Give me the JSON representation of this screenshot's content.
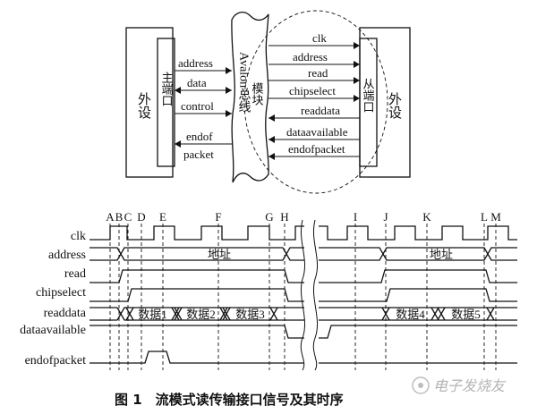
{
  "block": {
    "left_device": "外设",
    "left_port": "主端口",
    "bus": "Avalon总线",
    "bus_module": "模块",
    "right_port": "从端口",
    "right_device": "外设",
    "left_signals": [
      "address",
      "data",
      "control",
      "endof",
      "packet"
    ],
    "right_signals": [
      "clk",
      "address",
      "read",
      "chipselect",
      "readdata",
      "dataavailable",
      "endofpacket"
    ]
  },
  "timing": {
    "markers": [
      "A",
      "B",
      "C",
      "D",
      "E",
      "F",
      "G",
      "H",
      "I",
      "J",
      "K",
      "L",
      "M"
    ],
    "signals": [
      "clk",
      "address",
      "read",
      "chipselect",
      "readdata",
      "dataavailable",
      "endofpacket"
    ],
    "address_label_1": "地址",
    "address_label_2": "地址",
    "data_labels": [
      "数据1",
      "数据2",
      "数据3",
      "数据4",
      "数据5"
    ]
  },
  "caption": "图 1　流模式读传输接口信号及其时序",
  "watermark": "电子发烧友"
}
